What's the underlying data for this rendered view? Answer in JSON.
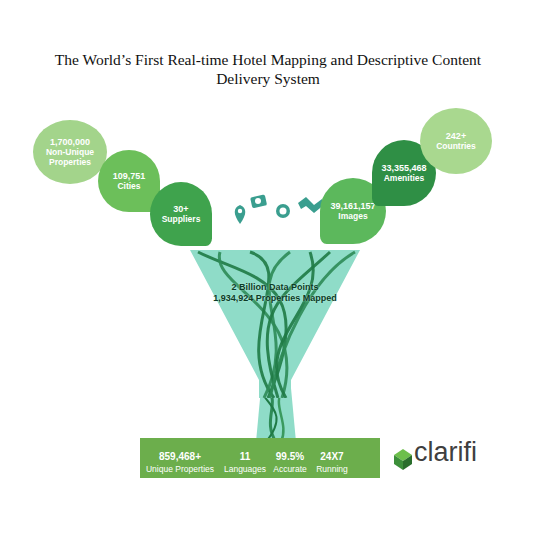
{
  "diagram": {
    "title": "The World’s First Real-time Hotel Mapping and Descriptive Content Delivery System",
    "nodes": [
      {
        "text": [
          "1,700,000",
          "Non-Unique Properties"
        ]
      },
      {
        "text": [
          "109,751",
          "Cities"
        ]
      },
      {
        "text": [
          "30+",
          "Suppliers"
        ]
      },
      {
        "text": [
          "39,161,157",
          "Images"
        ]
      },
      {
        "text": [
          "33,355,468",
          "Amenities"
        ]
      },
      {
        "text": [
          "242+",
          "Countries"
        ]
      },
      {
        "text": [
          "2 Billion Data Points",
          "1,934,924 Properties Mapped"
        ]
      },
      {
        "text": [
          "859,468+",
          "Unique Properties",
          "11",
          "Languages",
          "99.5%",
          "Accurate",
          "24X7",
          "Running"
        ]
      }
    ],
    "labels": [
      "clarifi"
    ]
  }
}
